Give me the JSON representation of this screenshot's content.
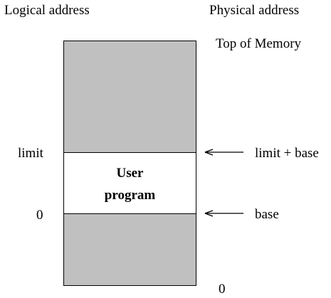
{
  "headers": {
    "logical": "Logical address",
    "physical": "Physical address"
  },
  "memory": {
    "top_label": "Top of Memory",
    "bottom_label": "0",
    "segment_label_line1": "User",
    "segment_label_line2": "program",
    "shaded_color": "#c0c0c0",
    "segment_color": "#ffffff"
  },
  "logical_marks": {
    "upper": "limit",
    "lower": "0"
  },
  "physical_marks": {
    "upper": "limit + base",
    "lower": "base"
  }
}
